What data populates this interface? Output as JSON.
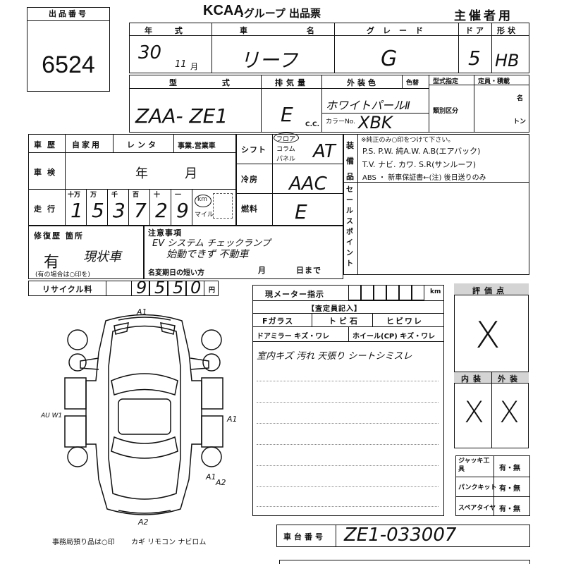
{
  "header": {
    "lot_label": "出品番号",
    "lot_number": "6524",
    "brand_logo": "KCAA",
    "sheet_title": ".グループ 出品票",
    "organizer": "主催者用"
  },
  "vehicle": {
    "year_label": "年 式",
    "year_value": "30",
    "month_value": "11",
    "month_unit": "月",
    "name_label": "車 名",
    "name_value": "リーフ",
    "grade_label": "グレード",
    "grade_value": "G",
    "doors_label": "ドア",
    "doors_value": "5",
    "body_label": "形状",
    "body_value": "HB",
    "model_label": "型 式",
    "model_value": "ZAA- ZE1",
    "displacement_label": "排気量",
    "displacement_value": "E",
    "cc_unit": "C.C.",
    "exterior_label": "外装色",
    "color_change_label": "色替",
    "exterior_value": "ホワイトパールⅡ",
    "color_no_label": "カラーNo.",
    "color_no_value": "XBK",
    "type_designation_label": "型式指定",
    "class_label": "類別区分",
    "capacity_label": "定員・積載",
    "capacity_unit_people": "名",
    "capacity_unit_ton": "トン"
  },
  "history": {
    "row_label": "車歴",
    "options": [
      "自家用",
      "レンタ",
      "事業.営業車"
    ],
    "inspection_label": "車検",
    "inspection_year_unit": "年",
    "inspection_month_unit": "月",
    "mileage_label": "走行",
    "digit_headers": [
      "十万",
      "万",
      "千",
      "百",
      "十",
      "一"
    ],
    "mileage_digits": [
      "1",
      "5",
      "3",
      "7",
      "2",
      "9"
    ],
    "km_label": "km",
    "mile_label": "マイル"
  },
  "specs": {
    "shift_label": "シフト",
    "shift_options": [
      "フロア",
      "コラム",
      "パネル"
    ],
    "shift_value": "AT",
    "ac_label": "冷房",
    "ac_value": "AAC",
    "fuel_label": "燃料",
    "fuel_value": "E"
  },
  "equipment": {
    "label": "装備品",
    "note": "※純正のみ○印をつけて下さい。",
    "line1": "P.S. P.W. 純A.W. A.B(エアバック)",
    "line2": "T.V. ナビ. カワ. S.R(サンルーフ)",
    "line3": "ABS ・ 新車保証書←(注) 後日送りのみ",
    "sales_point_label": "セールスポイント"
  },
  "repair": {
    "label": "修復歴 箇所",
    "value": "有",
    "location": "現状車",
    "note": "(有の場合は○印を)"
  },
  "notes": {
    "label": "注意事項",
    "line1": "EV システム チェックランプ",
    "line2": "始動できず 不動車",
    "name_change_label": "名変期日の短い方",
    "month_unit": "月",
    "day_unit": "日まで"
  },
  "recycle": {
    "label": "リサイクル料",
    "digits": [
      "9",
      "5",
      "5",
      "0"
    ],
    "unit": "円"
  },
  "inspector": {
    "meter_label": "現メーター指示",
    "meter_unit": "km",
    "section_label": "【査定員記入】",
    "glass_label": "Fガラス",
    "chip_label": "トビ石",
    "crack_label": "ヒビワレ",
    "mirror_label": "ドアミラー キズ・ワレ",
    "wheel_label": "ホイール(CP) キズ・ワレ",
    "comment": "室内キズ 汚れ 天張り シートシミスレ"
  },
  "evaluation": {
    "score_label": "評価点",
    "score_value": "X",
    "interior_label": "内装",
    "exterior_label": "外装",
    "interior_value": "X",
    "exterior_value": "X"
  },
  "accessories": {
    "jack_label": "ジャッキ工具",
    "jack_value": "有・無",
    "puncture_label": "パンクキット",
    "puncture_value": "有・無",
    "spare_label": "スペアタイヤ",
    "spare_value": "有・無"
  },
  "diagram": {
    "marks": [
      "A1",
      "A1",
      "A1",
      "A2",
      "A2"
    ],
    "side_mark": "AU W1"
  },
  "footer": {
    "office_note": "事務局預り品は○印",
    "items": "カギ リモコン ナビロム",
    "chassis_label": "車台番号",
    "chassis_value": "ZE1-033007"
  }
}
